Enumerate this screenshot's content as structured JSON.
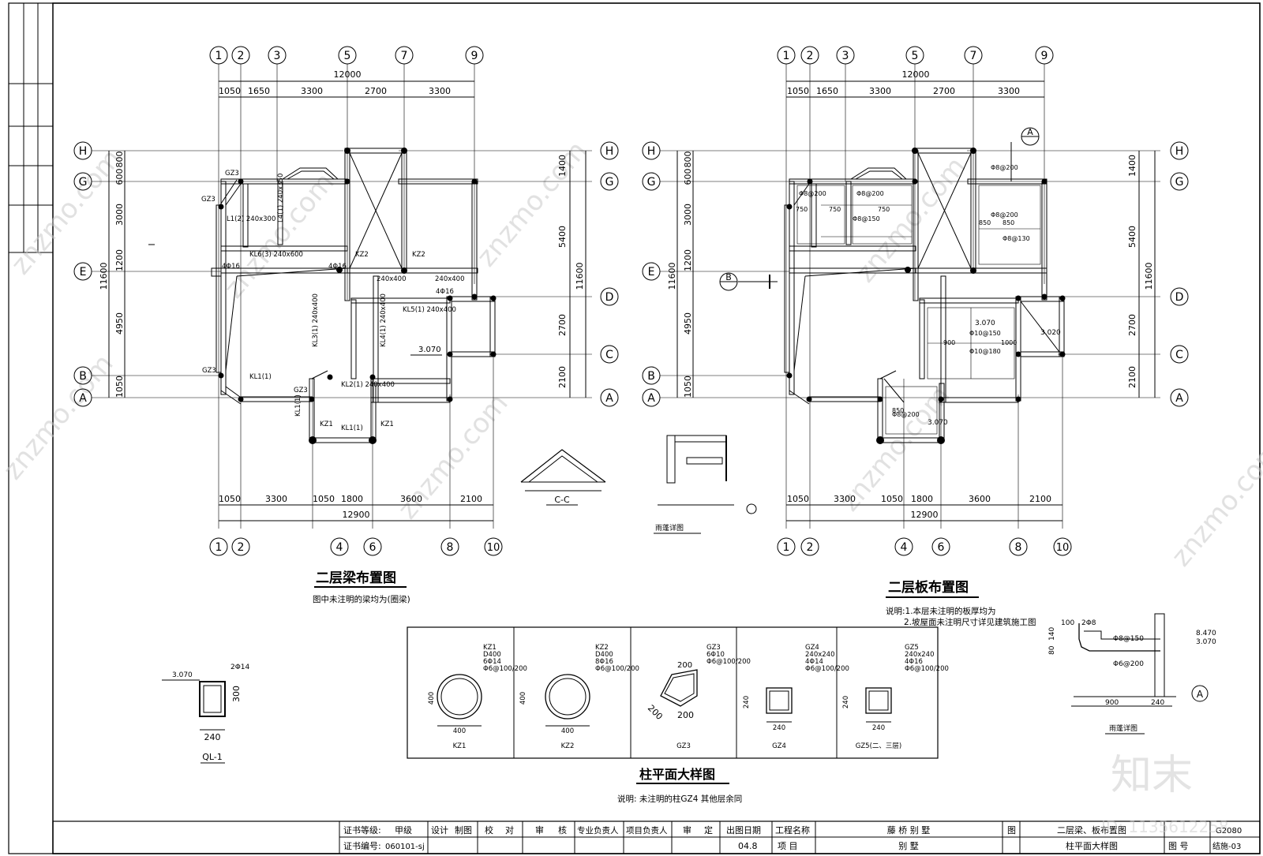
{
  "left_plan": {
    "title": "二层梁布置图",
    "note": "图中未注明的梁均为(圈梁)",
    "top_axes": [
      "1",
      "2",
      "3",
      "5",
      "7",
      "9"
    ],
    "bottom_axes": [
      "1",
      "2",
      "4",
      "6",
      "8",
      "10"
    ],
    "top_dims": [
      "1050",
      "1650",
      "3300",
      "2700",
      "3300"
    ],
    "top_total": "12000",
    "bottom_dims": [
      "1050",
      "3300",
      "1050",
      "1800",
      "3600",
      "2100"
    ],
    "bottom_total": "12900",
    "left_axes": [
      "H",
      "G",
      "E",
      "B",
      "A"
    ],
    "right_axes": [
      "H",
      "G",
      "D",
      "C",
      "A"
    ],
    "left_dims": [
      "800",
      "600",
      "3000",
      "1200",
      "4950",
      "1050"
    ],
    "left_total": "11600",
    "right_dims": [
      "1400",
      "5400",
      "2700",
      "2100"
    ],
    "right_total": "11600",
    "elevation": "3.070",
    "beam_labels": [
      "GZ3",
      "GZ3",
      "GZ3",
      "GZ3",
      "KL1(1)",
      "KL1(1)",
      "KL1(1)",
      "KZ1",
      "KZ1",
      "KZ2",
      "KZ2",
      "L1(2) 240x300",
      "L4(1) 240x350",
      "KL6(3) 240x600",
      "KL5(1) 240x400",
      "KL3(1) 240x400",
      "KL4(1) 240x400",
      "KL2(1) 240x400",
      "240x400",
      "240x400",
      "4Φ16",
      "4Φ16",
      "4Φ16"
    ]
  },
  "right_plan": {
    "title": "二层板布置图",
    "notes": [
      "说明:1.本层未注明的板厚均为",
      "2.坡屋面未注明尺寸详见建筑施工图"
    ],
    "top_axes": [
      "1",
      "2",
      "3",
      "5",
      "7",
      "9"
    ],
    "bottom_axes": [
      "1",
      "2",
      "4",
      "6",
      "8",
      "10"
    ],
    "top_dims": [
      "1050",
      "1650",
      "3300",
      "2700",
      "3300"
    ],
    "top_total": "12000",
    "bottom_dims": [
      "1050",
      "3300",
      "1050",
      "1800",
      "3600",
      "2100"
    ],
    "bottom_total": "12900",
    "left_axes": [
      "H",
      "G",
      "E",
      "B",
      "A"
    ],
    "right_axes": [
      "H",
      "G",
      "D",
      "C",
      "A"
    ],
    "left_dims": [
      "800",
      "600",
      "3000",
      "1200",
      "4950",
      "1050"
    ],
    "left_total": "11600",
    "right_dims": [
      "1400",
      "5400",
      "2700",
      "2100"
    ],
    "right_total": "11600",
    "section_marks": [
      "A",
      "B"
    ],
    "elevations": [
      "3.070",
      "3.020",
      "3.070"
    ],
    "rebar_labels": [
      "Φ8@200",
      "Φ8@150",
      "Φ8@130",
      "Φ10@150",
      "Φ10@180",
      "750",
      "850",
      "900",
      "1000"
    ]
  },
  "details": {
    "cc_label": "C-C",
    "canopy_small_label": "雨蓬详图",
    "canopy_big_label": "雨蓬详图",
    "canopy_big_dims": [
      "100",
      "2Φ8",
      "Φ8@150",
      "Φ6@200",
      "8.470",
      "3.070",
      "900",
      "240",
      "80",
      "140"
    ],
    "ql_label": "QL-1",
    "ql_dims": [
      "300",
      "240",
      "3.070",
      "2Φ14"
    ],
    "columns_title": "柱平面大样图",
    "columns_note": "说明: 未注明的柱GZ4 其他层余同",
    "columns": [
      {
        "name": "KZ1",
        "spec": [
          "KZ1",
          "D400",
          "6Φ14",
          "Φ6@100/200"
        ],
        "dim": "400"
      },
      {
        "name": "KZ2",
        "spec": [
          "KZ2",
          "D400",
          "8Φ16",
          "Φ6@100/200"
        ],
        "dim": "400"
      },
      {
        "name": "GZ3",
        "spec": [
          "GZ3",
          "6Φ10",
          "Φ6@100/200"
        ],
        "dim": "200"
      },
      {
        "name": "GZ4",
        "spec": [
          "GZ4",
          "240x240",
          "4Φ14",
          "Φ6@100/200"
        ],
        "dim": "240"
      },
      {
        "name": "GZ5(二、三层)",
        "spec": [
          "GZ5",
          "240x240",
          "4Φ16",
          "Φ6@100/200"
        ],
        "dim": "240"
      }
    ]
  },
  "title_block": {
    "cert_grade_label": "证书等级:",
    "cert_grade": "甲级",
    "cert_no_label": "证书编号:",
    "cert_no": "060101-sj",
    "cols": [
      "设计",
      "制图",
      "校",
      "对",
      "审",
      "核",
      "专业负责人",
      "项目负责人",
      "审",
      "定",
      "出图日期"
    ],
    "date": "04.8",
    "project_label": "工程名称",
    "project_name": "藤 桥 别 墅",
    "item_label": "项 目",
    "item_name": "别 墅",
    "figure_label": "图",
    "drawing_name_1": "二层梁、板布置图",
    "drawing_name_2": "柱平面大样图",
    "fig_no_label": "图 号",
    "fig_no": "结施-03",
    "page_code": "G2080"
  },
  "watermark": {
    "text": "znzmo.com",
    "logo": "知末",
    "id": "ID: 1135612258"
  }
}
